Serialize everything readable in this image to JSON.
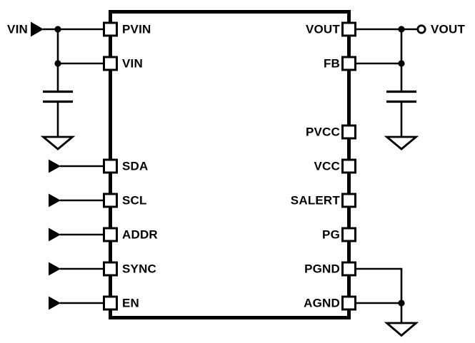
{
  "diagram": {
    "kind": "ic-application-schematic",
    "ic": {
      "left_pins": [
        "PVIN",
        "VIN",
        "SDA",
        "SCL",
        "ADDR",
        "SYNC",
        "EN"
      ],
      "right_pins": [
        "VOUT",
        "FB",
        "PVCC",
        "VCC",
        "SALERT",
        "PG",
        "PGND",
        "AGND"
      ]
    },
    "nets": {
      "input_label": "VIN",
      "output_label": "VOUT"
    },
    "symbols": {
      "input_arrows_on": [
        "VIN",
        "SDA",
        "SCL",
        "ADDR",
        "SYNC",
        "EN"
      ],
      "capacitors": [
        "input-capacitor",
        "output-capacitor"
      ],
      "grounds": [
        "input-ground",
        "output-ground",
        "agnd-ground"
      ],
      "output_terminal": "open-circle"
    },
    "colors": {
      "line": "#000000",
      "background": "#ffffff",
      "pin_fill": "#ffffff",
      "text": "#000000"
    }
  }
}
